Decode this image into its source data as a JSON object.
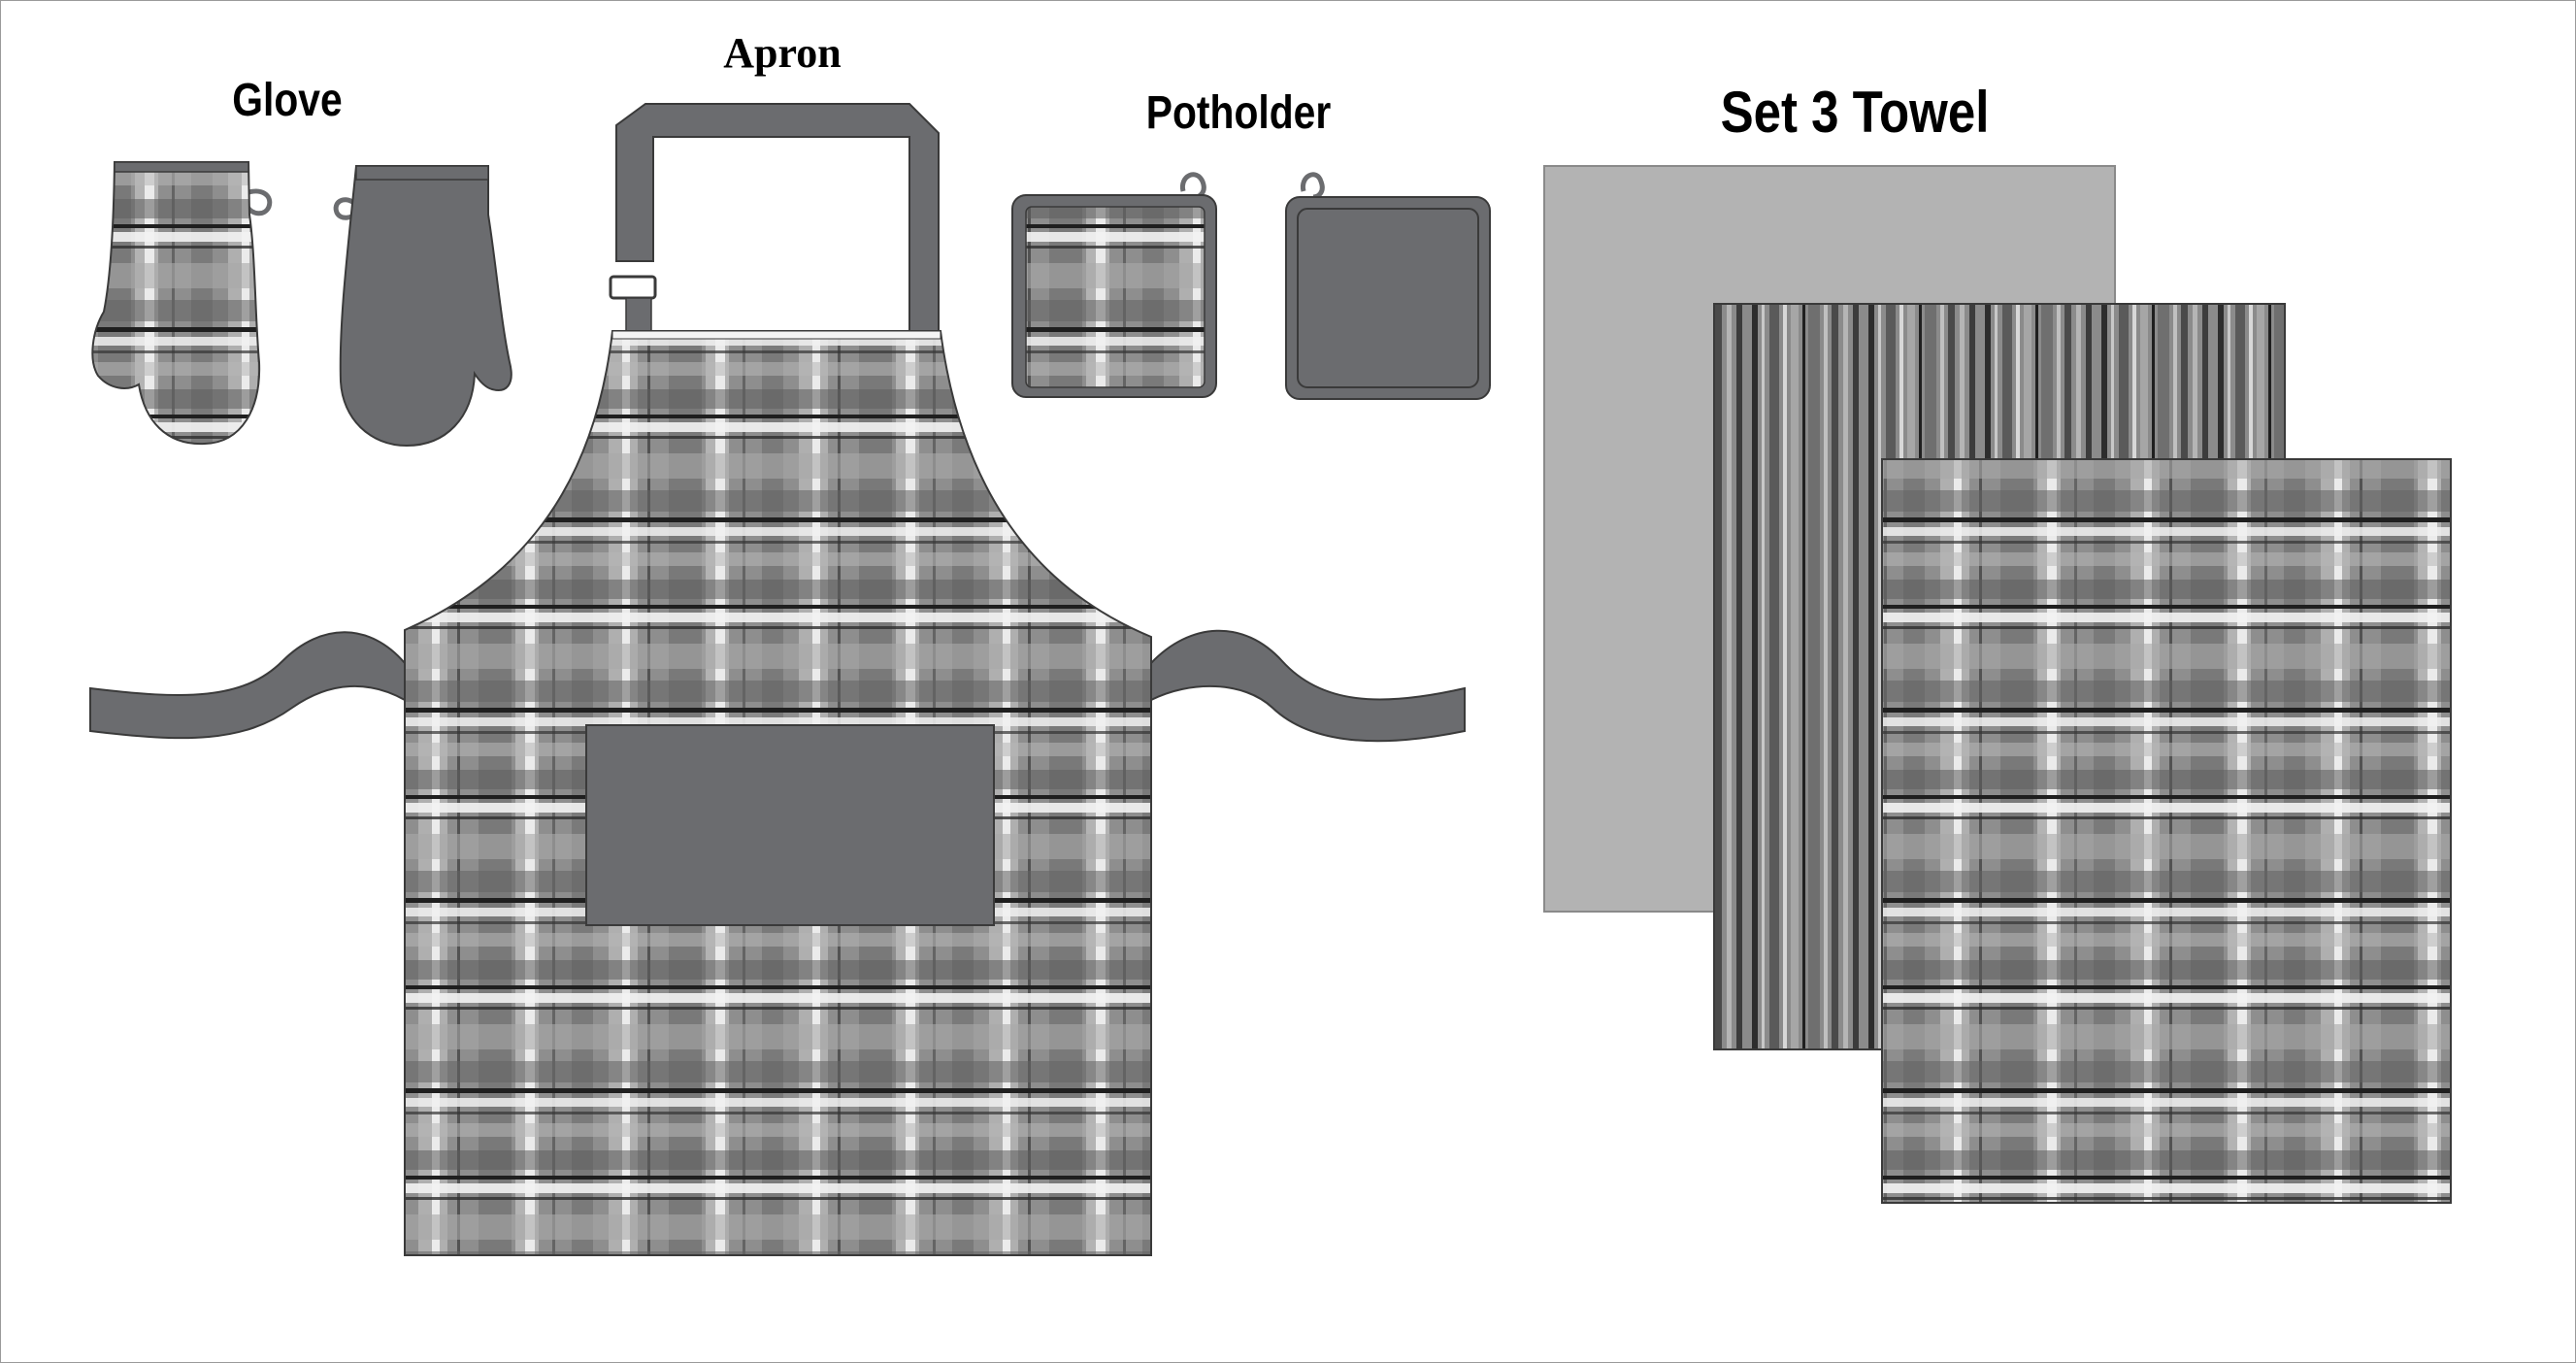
{
  "labels": {
    "glove": "Glove",
    "apron": "Apron",
    "potholder": "Potholder",
    "towel": "Set 3 Towel"
  },
  "colors": {
    "solid_dark": "#6b6c6f",
    "solid_light": "#b3b3b3",
    "outline": "#3a3a3a",
    "plaid_base": "#8e8e8e",
    "plaid_dark": "#5c5c5c",
    "plaid_black": "#1e1e1e",
    "plaid_white": "#f4f4f4",
    "plaid_light": "#bdbdbd"
  }
}
